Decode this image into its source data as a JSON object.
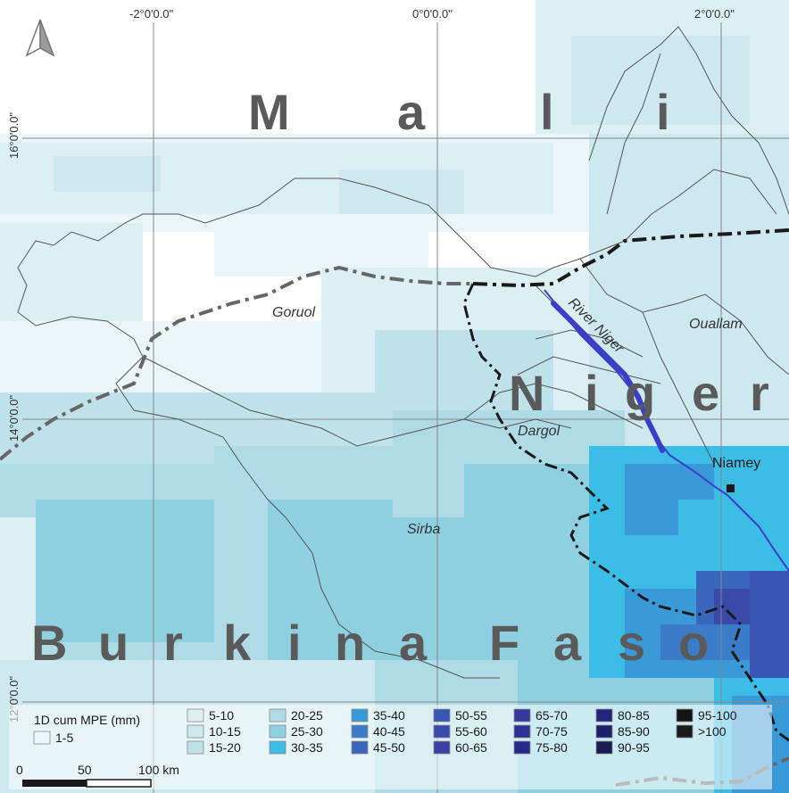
{
  "map": {
    "countries": [
      "M",
      "a",
      "l",
      "i",
      "N",
      "i",
      "g",
      "e",
      "r",
      "B",
      "u",
      "r",
      "k",
      "i",
      "n",
      "a",
      "F",
      "a",
      "s",
      "o"
    ],
    "country_names": {
      "mali": "Mali",
      "niger": "Niger",
      "burkina": "Burkina Faso"
    },
    "places": {
      "goruol": "Goruol",
      "river_niger": "River Niger",
      "ouallam": "Ouallam",
      "dargol": "Dargol",
      "sirba": "Sirba",
      "niamey": "Niamey"
    },
    "graticule": {
      "lon_labels": [
        "-2°0'0.0\"",
        "0°0'0.0\"",
        "2°0'0.0\""
      ],
      "lat_labels": [
        "16°0'0.0\"",
        "14°0'0.0\"",
        "12°0'0.0\""
      ]
    },
    "north_arrow": "north-arrow-icon"
  },
  "legend": {
    "title": "1D cum MPE (mm)",
    "classes": [
      {
        "label": "1-5",
        "color": "#eaf6f9"
      },
      {
        "label": "5-10",
        "color": "#dcf0f4"
      },
      {
        "label": "10-15",
        "color": "#cde9ef"
      },
      {
        "label": "15-20",
        "color": "#bfe2ea"
      },
      {
        "label": "20-25",
        "color": "#aedbe5"
      },
      {
        "label": "25-30",
        "color": "#8fd0e0"
      },
      {
        "label": "30-35",
        "color": "#3bbde6"
      },
      {
        "label": "35-40",
        "color": "#3a9ad8"
      },
      {
        "label": "40-45",
        "color": "#3a7cc8"
      },
      {
        "label": "45-50",
        "color": "#3a66bc"
      },
      {
        "label": "50-55",
        "color": "#3a56b4"
      },
      {
        "label": "55-60",
        "color": "#3a4aab"
      },
      {
        "label": "60-65",
        "color": "#3a40a3"
      },
      {
        "label": "65-70",
        "color": "#34389b"
      },
      {
        "label": "70-75",
        "color": "#2e3193"
      },
      {
        "label": "75-80",
        "color": "#282a8a"
      },
      {
        "label": "80-85",
        "color": "#23247a"
      },
      {
        "label": "85-90",
        "color": "#1e1f6a"
      },
      {
        "label": "90-95",
        "color": "#1a1a55"
      },
      {
        "label": "95-100",
        "color": "#141414"
      },
      {
        "label": ">100",
        "color": "#1a1a1a"
      }
    ]
  },
  "scale_bar": {
    "labels": [
      "0",
      "50",
      "100 km"
    ]
  },
  "colors": {
    "border": "#1a1a1a",
    "river": "#3b3fc8",
    "basin_outline": "#555555",
    "grid": "#888888"
  }
}
